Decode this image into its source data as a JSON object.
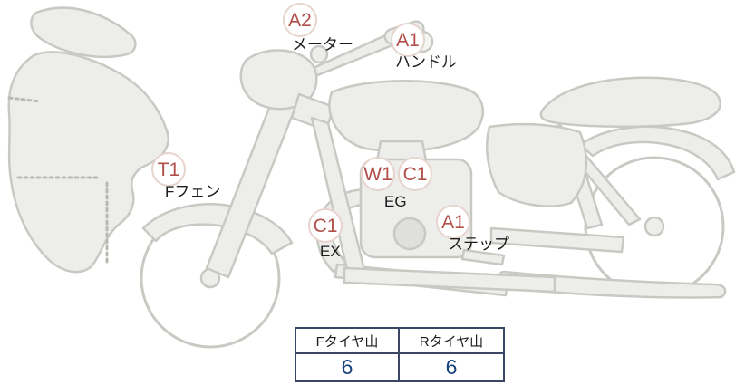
{
  "annotations": {
    "meter": {
      "code": "A2",
      "label": "メーター"
    },
    "handle": {
      "code": "A1",
      "label": "ハンドル"
    },
    "front_fender": {
      "code": "T1",
      "label": "Fフェン"
    },
    "engine": {
      "codes": [
        "W1",
        "C1"
      ],
      "label": "EG"
    },
    "exhaust": {
      "code": "C1",
      "label": "EX"
    },
    "step": {
      "code": "A1",
      "label": "ステップ"
    }
  },
  "tire_table": {
    "headers": {
      "front": "Fタイヤ山",
      "rear": "Rタイヤ山"
    },
    "values": {
      "front": "6",
      "rear": "6"
    }
  },
  "colors": {
    "grade_code": "#b1504a",
    "tire_value": "#17417e",
    "diagram_line": "#c9c9c4",
    "diagram_fill": "#ededeb"
  }
}
